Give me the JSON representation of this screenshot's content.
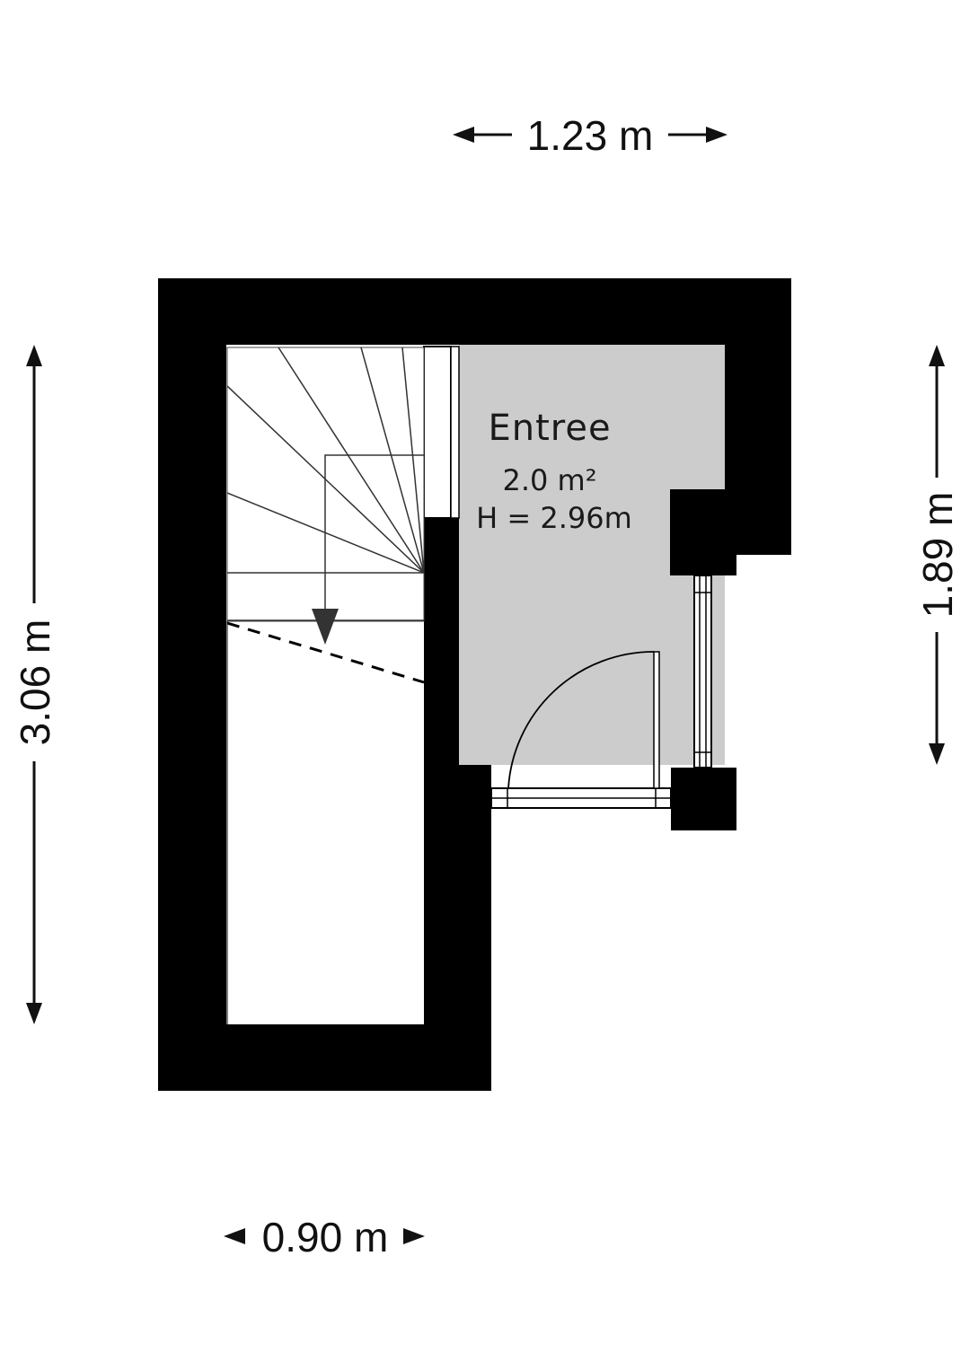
{
  "dimensions": {
    "top_width": "1.23 m",
    "left_height": "3.06 m",
    "right_height": "1.89 m",
    "bottom_width": "0.90 m"
  },
  "room": {
    "name": "Entree",
    "area": "2.0 m²",
    "height": "H = 2.96m"
  },
  "colors": {
    "wall": "#000000",
    "room_fill": "#cccccc",
    "background": "#ffffff"
  },
  "icons": {
    "stair_direction": "down-arrow-icon",
    "door": "door-swing-icon",
    "window": "window-icon"
  }
}
